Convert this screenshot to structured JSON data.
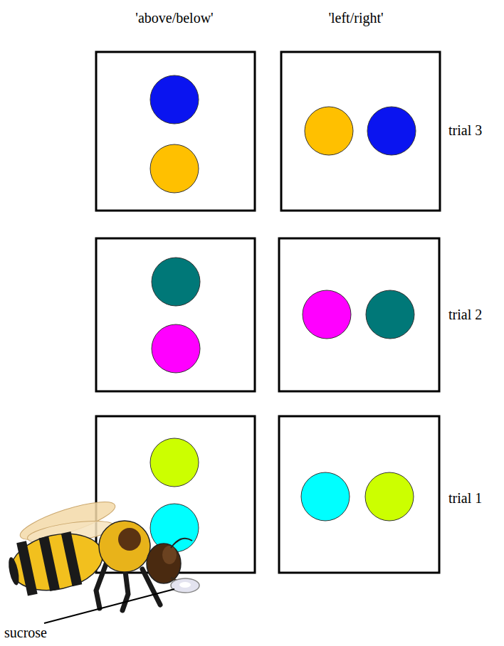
{
  "diagram": {
    "labels": [
      "'above/below'",
      "'left/right'",
      "trial 3",
      "trial 2",
      "trial 1",
      "sucrose"
    ]
  }
}
